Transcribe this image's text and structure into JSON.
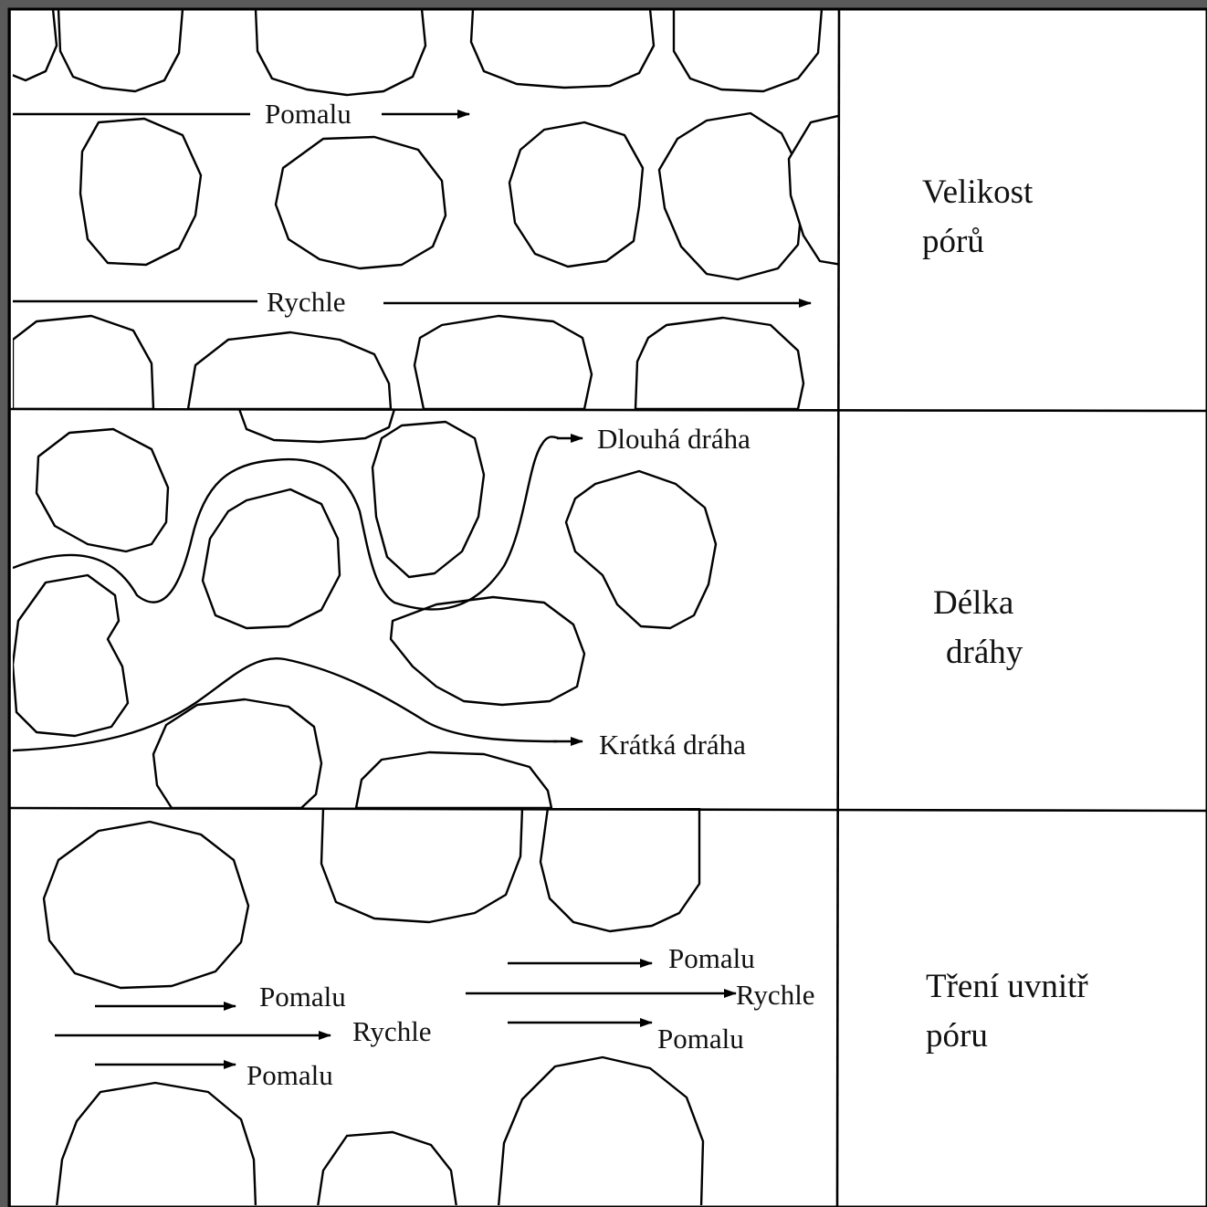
{
  "colors": {
    "background": "#5a5a5a",
    "panel": "#ffffff",
    "ink": "#000000",
    "stipple": "#222222"
  },
  "rows": [
    {
      "label_lines": [
        "Velikost",
        "pórů"
      ],
      "flows": [
        "Pomalu",
        "Rychle"
      ]
    },
    {
      "label_lines": [
        "Délka",
        "dráhy"
      ],
      "flows": [
        "Dlouhá dráha",
        "Krátká dráha"
      ]
    },
    {
      "label_lines": [
        "Tření uvnitř",
        "póru"
      ],
      "flows_left": [
        "Pomalu",
        "Rychle",
        "Pomalu"
      ],
      "flows_right": [
        "Pomalu",
        "Rychle",
        "Pomalu"
      ]
    }
  ]
}
